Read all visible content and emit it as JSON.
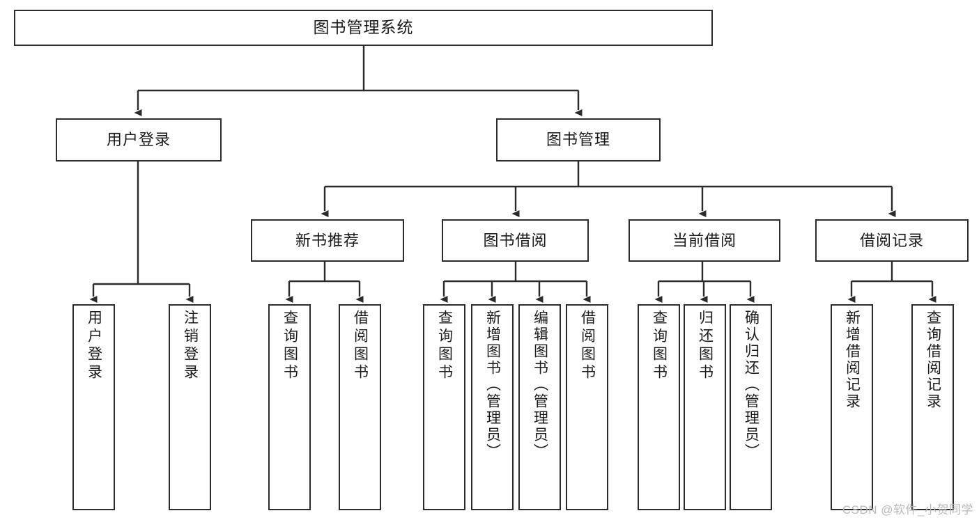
{
  "diagram": {
    "title": "图书管理系统",
    "type": "tree",
    "watermark": "CSDN @软件_小贺同学",
    "colors": {
      "border": "#2b2b2b",
      "background": "#ffffff",
      "text": "#1a1a1a",
      "connector": "#2b2b2b",
      "watermark": "#b9b9b9"
    },
    "root": {
      "label": "图书管理系统"
    },
    "level2": [
      {
        "label": "用户登录"
      },
      {
        "label": "图书管理"
      }
    ],
    "level3": [
      {
        "label": "新书推荐"
      },
      {
        "label": "图书借阅"
      },
      {
        "label": "当前借阅"
      },
      {
        "label": "借阅记录"
      }
    ],
    "leaves": {
      "user_login": [
        {
          "label": "用户登录"
        },
        {
          "label": "注销登录"
        }
      ],
      "new_book_recommend": [
        {
          "label": "查询图书"
        },
        {
          "label": "借阅图书"
        }
      ],
      "book_borrow": [
        {
          "label": "查询图书"
        },
        {
          "label": "新增图书（管理员）"
        },
        {
          "label": "编辑图书（管理员）"
        },
        {
          "label": "借阅图书"
        }
      ],
      "current_borrow": [
        {
          "label": "查询图书"
        },
        {
          "label": "归还图书"
        },
        {
          "label": "确认归还（管理员）"
        }
      ],
      "borrow_record": [
        {
          "label": "新增借阅记录"
        },
        {
          "label": "查询借阅记录"
        }
      ]
    }
  }
}
